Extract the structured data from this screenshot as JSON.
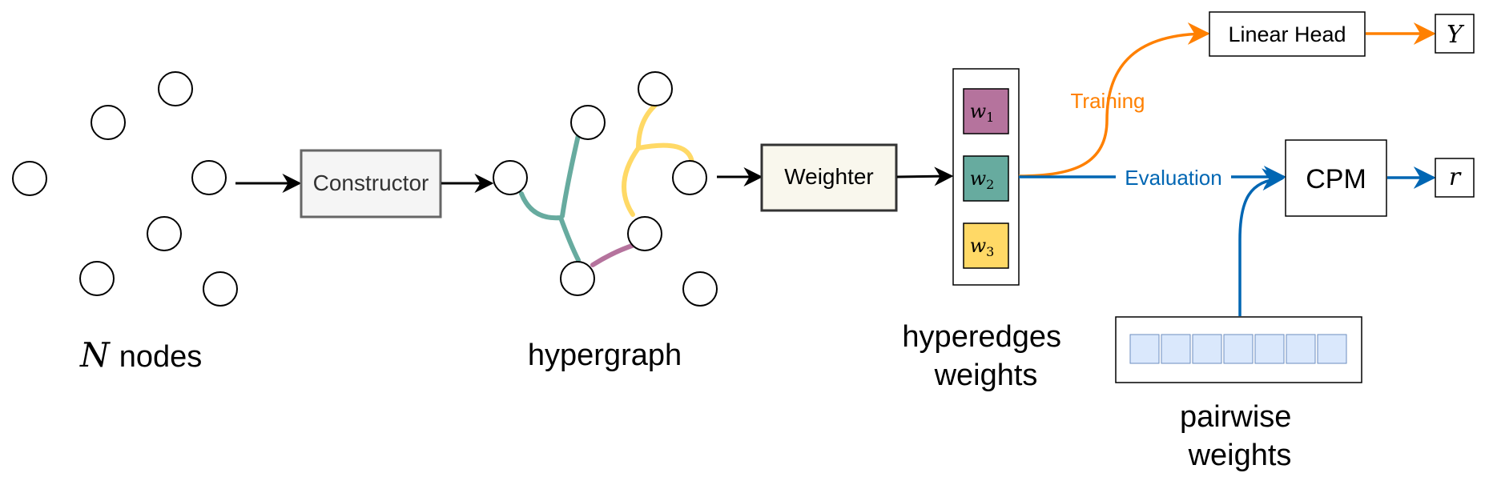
{
  "labels": {
    "nodes_var": "N",
    "nodes_text": "nodes",
    "hypergraph": "hypergraph",
    "hyperedges_line1": "hyperedges",
    "hyperedges_line2": "weights",
    "pairwise_line1": "pairwise",
    "pairwise_line2": "weights",
    "training": "Training",
    "evaluation": "Evaluation"
  },
  "boxes": {
    "constructor": "Constructor",
    "weighter": "Weighter",
    "linear_head": "Linear Head",
    "cpm": "CPM",
    "y_out": "Y",
    "r_out": "r"
  },
  "weights": [
    {
      "base": "w",
      "sub": "1",
      "color": "#b5739d"
    },
    {
      "base": "w",
      "sub": "2",
      "color": "#67ab9f"
    },
    {
      "base": "w",
      "sub": "3",
      "color": "#ffd966"
    }
  ],
  "colors": {
    "training": "#ff8000",
    "evaluation": "#0066b3",
    "edge_purple": "#b5739d",
    "edge_teal": "#67ab9f",
    "edge_yellow": "#ffd966",
    "constructor_fill": "#f5f5f5",
    "weighter_fill": "#f9f7ed",
    "pairwise_cell": "#dae8fc",
    "pairwise_cell_border": "#6c8ebf"
  }
}
